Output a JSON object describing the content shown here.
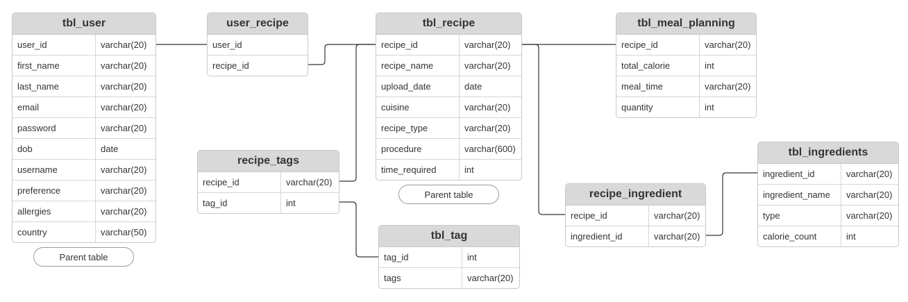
{
  "parent_label": "Parent table",
  "tables": {
    "tbl_user": {
      "name": "tbl_user",
      "rows": [
        [
          "user_id",
          "varchar(20)"
        ],
        [
          "first_name",
          "varchar(20)"
        ],
        [
          "last_name",
          "varchar(20)"
        ],
        [
          "email",
          "varchar(20)"
        ],
        [
          "password",
          "varchar(20)"
        ],
        [
          "dob",
          "date"
        ],
        [
          "username",
          "varchar(20)"
        ],
        [
          "preference",
          "varchar(20)"
        ],
        [
          "allergies",
          "varchar(20)"
        ],
        [
          "country",
          "varchar(50)"
        ]
      ]
    },
    "user_recipe": {
      "name": "user_recipe",
      "rows": [
        [
          "user_id"
        ],
        [
          "recipe_id"
        ]
      ]
    },
    "tbl_recipe": {
      "name": "tbl_recipe",
      "rows": [
        [
          "recipe_id",
          "varchar(20)"
        ],
        [
          "recipe_name",
          "varchar(20)"
        ],
        [
          "upload_date",
          "date"
        ],
        [
          "cuisine",
          "varchar(20)"
        ],
        [
          "recipe_type",
          "varchar(20)"
        ],
        [
          "procedure",
          "varchar(600)"
        ],
        [
          "time_required",
          "int"
        ]
      ]
    },
    "tbl_meal_planning": {
      "name": "tbl_meal_planning",
      "rows": [
        [
          "recipe_id",
          "varchar(20)"
        ],
        [
          "total_calorie",
          "int"
        ],
        [
          "meal_time",
          "varchar(20)"
        ],
        [
          "quantity",
          "int"
        ]
      ]
    },
    "recipe_tags": {
      "name": "recipe_tags",
      "rows": [
        [
          "recipe_id",
          "varchar(20)"
        ],
        [
          "tag_id",
          "int"
        ]
      ]
    },
    "tbl_tag": {
      "name": "tbl_tag",
      "rows": [
        [
          "tag_id",
          "int"
        ],
        [
          "tags",
          "varchar(20)"
        ]
      ]
    },
    "recipe_ingredient": {
      "name": "recipe_ingredient",
      "rows": [
        [
          "recipe_id",
          "varchar(20)"
        ],
        [
          "ingredient_id",
          "varchar(20)"
        ]
      ]
    },
    "tbl_ingredients": {
      "name": "tbl_ingredients",
      "rows": [
        [
          "ingredient_id",
          "varchar(20)"
        ],
        [
          "ingredient_name",
          "varchar(20)"
        ],
        [
          "type",
          "varchar(20)"
        ],
        [
          "calorie_count",
          "int"
        ]
      ]
    }
  }
}
